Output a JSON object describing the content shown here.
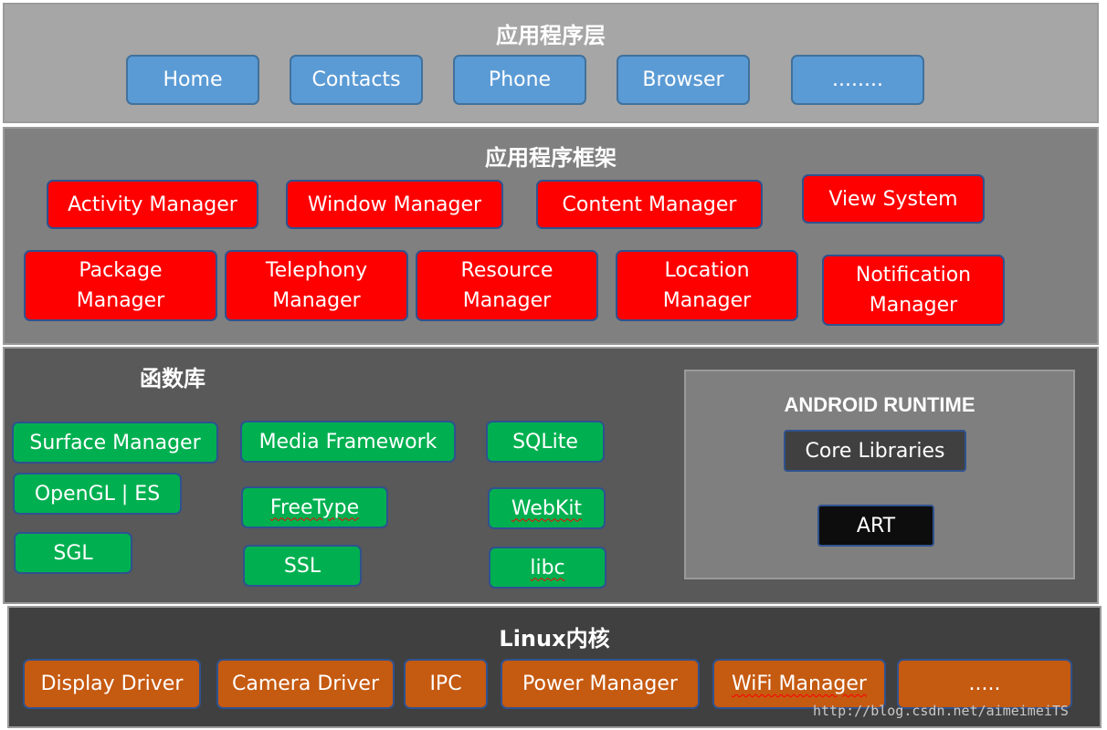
{
  "application_layer": {
    "title": "应用程序层",
    "apps": [
      "Home",
      "Contacts",
      "Phone",
      "Browser",
      "........"
    ]
  },
  "framework_layer": {
    "title": "应用程序框架",
    "components": [
      "Activity Manager",
      "Window Manager",
      "Content Manager",
      "View System",
      "Package\nManager",
      "Telephony\nManager",
      "Resource\nManager",
      "Location\nManager",
      "Notification\nManager"
    ]
  },
  "libraries_layer": {
    "title": "函数库",
    "libraries": [
      "Surface Manager",
      "Media Framework",
      "SQLite",
      "OpenGL | ES",
      "FreeType",
      "WebKit",
      "SGL",
      "SSL",
      "libc"
    ]
  },
  "android_runtime": {
    "title": "ANDROID RUNTIME",
    "items": [
      "Core Libraries",
      "ART"
    ]
  },
  "kernel_layer": {
    "title": "Linux内核",
    "drivers": [
      "Display Driver",
      "Camera Driver",
      "IPC",
      "Power Manager",
      "WiFi Manager",
      "....."
    ]
  },
  "watermark": "http://blog.csdn.net/aimeimeiTS",
  "colors": {
    "application_box": "#5b9bd5",
    "framework_box": "#ff0000",
    "library_box": "#00b050",
    "kernel_box": "#c55a11",
    "core_libraries_box": "#404040",
    "art_box": "#0d0d0d"
  }
}
